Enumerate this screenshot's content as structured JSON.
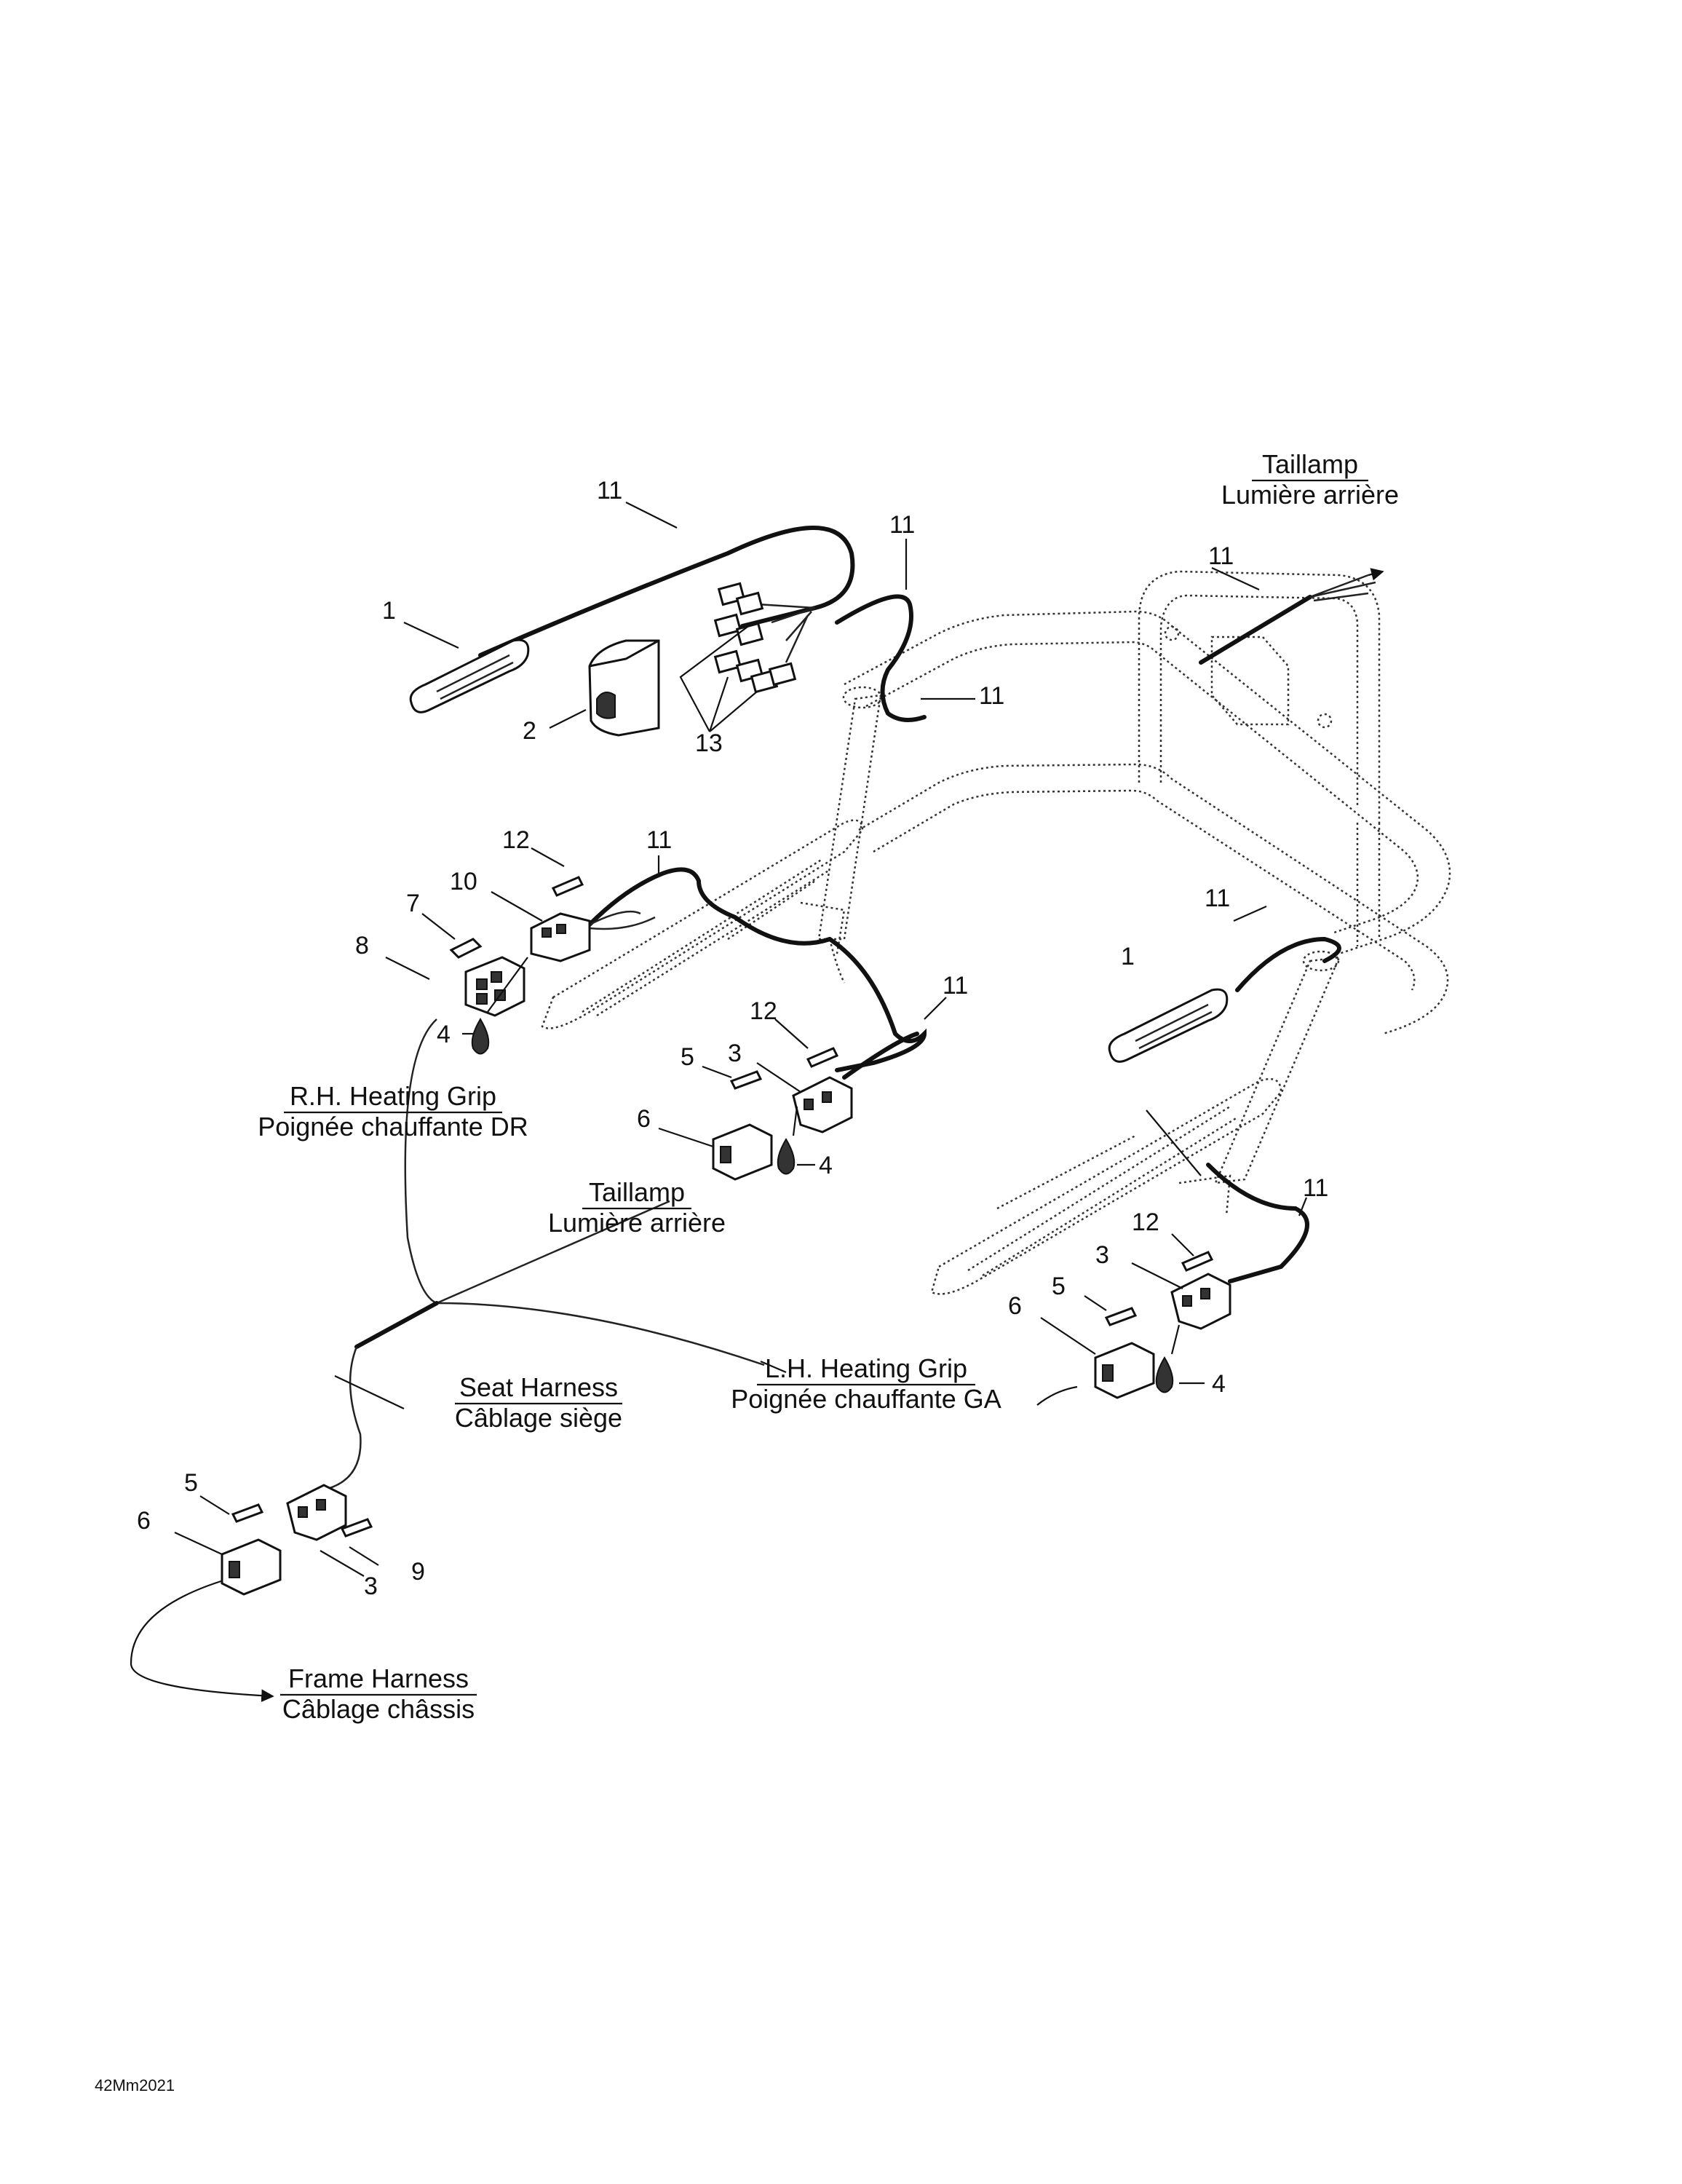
{
  "callouts": {
    "c1": "1",
    "c2": "2",
    "c3": "3",
    "c4": "4",
    "c5": "5",
    "c6": "6",
    "c7": "7",
    "c8": "8",
    "c9": "9",
    "c10": "10",
    "c11": "11",
    "c12": "12",
    "c13": "13"
  },
  "labels": {
    "taillamp_top_en": "Taillamp",
    "taillamp_top_fr": "Lumière arrière",
    "rh_grip_en": "R.H. Heating Grip",
    "rh_grip_fr": "Poignée chauffante DR",
    "taillamp_mid_en": "Taillamp",
    "taillamp_mid_fr": "Lumière arrière",
    "seat_harness_en": "Seat Harness",
    "seat_harness_fr": "Câblage siège",
    "lh_grip_en": "L.H. Heating Grip",
    "lh_grip_fr": "Poignée chauffante GA",
    "frame_harness_en": "Frame Harness",
    "frame_harness_fr": "Câblage châssis"
  },
  "figure_code": "42Mm2021"
}
